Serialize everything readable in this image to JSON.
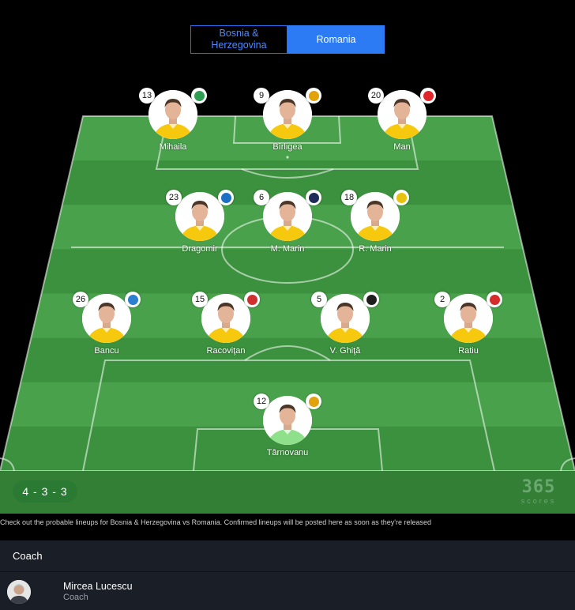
{
  "tabs": [
    {
      "label": "Bosnia & Herzegovina",
      "active": false
    },
    {
      "label": "Romania",
      "active": true
    }
  ],
  "formation": "4 - 3 - 3",
  "disclaimer": "Check out the probable lineups for Bosnia & Herzegovina vs Romania. Confirmed lineups will be posted here as soon as they're released",
  "brand": {
    "top": "365",
    "bottom": "scores"
  },
  "colors": {
    "pitch_light": "#49a24b",
    "pitch_dark": "#3c913e",
    "jersey": "#f6c90e",
    "keeper_jersey": "#8fe08a",
    "tab_active": "#2c7bf5"
  },
  "players": [
    {
      "number": "13",
      "name": "Mihaila",
      "club_icon": "rizespor-badge",
      "club_color": "#2e9e52"
    },
    {
      "number": "9",
      "name": "Bîrligea",
      "club_icon": "fcsb-badge",
      "club_color": "#e2a20c"
    },
    {
      "number": "20",
      "name": "Man",
      "club_icon": "psv-badge",
      "club_color": "#e0262b"
    },
    {
      "number": "23",
      "name": "Dragomir",
      "club_icon": "pafos-badge",
      "club_color": "#1d6fc4"
    },
    {
      "number": "6",
      "name": "M. Marin",
      "club_icon": "pisa-badge",
      "club_color": "#1c2b57"
    },
    {
      "number": "18",
      "name": "R. Marin",
      "club_icon": "aek-badge",
      "club_color": "#e7c20e"
    },
    {
      "number": "26",
      "name": "Bancu",
      "club_icon": "craiova-badge",
      "club_color": "#2b7fd0"
    },
    {
      "number": "15",
      "name": "Racoviţan",
      "club_icon": "rakow-badge",
      "club_color": "#d0302d"
    },
    {
      "number": "5",
      "name": "V. Ghiţă",
      "club_icon": "hannover-badge",
      "club_color": "#1e1e1e"
    },
    {
      "number": "2",
      "name": "Ratiu",
      "club_icon": "rayo-badge",
      "club_color": "#d62b2b"
    },
    {
      "number": "12",
      "name": "Târnovanu",
      "club_icon": "fcsb-badge",
      "club_color": "#e2a20c"
    }
  ],
  "coach": {
    "section_title": "Coach",
    "name": "Mircea Lucescu",
    "role": "Coach"
  }
}
